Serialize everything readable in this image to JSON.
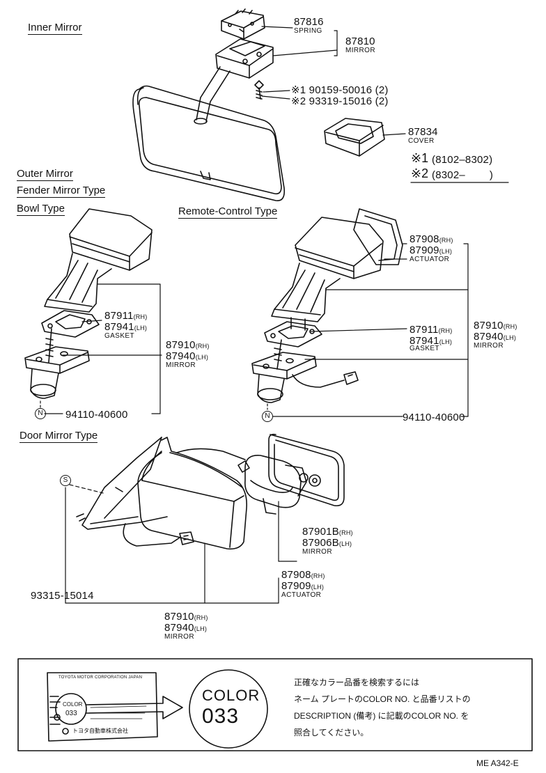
{
  "headings": {
    "inner_mirror": "Inner Mirror",
    "outer_mirror": "Outer Mirror",
    "fender_mirror_type": "Fender Mirror Type",
    "bowl_type": "Bowl Type",
    "remote_control_type": "Remote-Control Type",
    "door_mirror_type": "Door Mirror Type"
  },
  "inner": {
    "spring_part": "87816",
    "spring_label": "SPRING",
    "mirror_part": "87810",
    "mirror_label": "MIRROR",
    "screw1": "※1 90159-50016 (2)",
    "screw2": "※2 93319-15016 (2)",
    "cover_part": "87834",
    "cover_label": "COVER",
    "note1_mark": "※1",
    "note1_range": "(8102–8302)",
    "note2_mark": "※2",
    "note2_range": "(8302–        )"
  },
  "bowl": {
    "gasket_rh": "87911",
    "gasket_lh": "87941",
    "gasket_label": "GASKET",
    "mirror_rh": "87910",
    "mirror_lh": "87940",
    "mirror_label": "MIRROR",
    "nut_mark": "N",
    "nut_part": "94110-40600"
  },
  "remote": {
    "actuator_rh": "87908",
    "actuator_lh": "87909",
    "actuator_label": "ACTUATOR",
    "gasket_rh": "87911",
    "gasket_lh": "87941",
    "gasket_label": "GASKET",
    "mirror_rh": "87910",
    "mirror_lh": "87940",
    "mirror_label": "MIRROR",
    "nut_mark": "N",
    "nut_part": "94110-40600"
  },
  "door": {
    "screw_mark": "S",
    "screw_part": "93315-15014",
    "glass_rh": "87901B",
    "glass_lh": "87906B",
    "glass_label": "MIRROR",
    "actuator_rh": "87908",
    "actuator_lh": "87909",
    "actuator_label": "ACTUATOR",
    "mirror_rh": "87910",
    "mirror_lh": "87940",
    "mirror_label": "MIRROR"
  },
  "suffix": {
    "rh": "(RH)",
    "lh": "(LH)"
  },
  "plate": {
    "maker": "TOYOTA MOTOR CORPORATION JAPAN",
    "color_word": "COLOR",
    "color_code": "033",
    "maker_jp": "トヨタ自動車株式会社",
    "big_color_word": "COLOR",
    "big_color_code": "033"
  },
  "notice": {
    "line1": "正確なカラー品番を検索するには",
    "line2": "ネーム プレートのCOLOR NO. と品番リストの",
    "line3": "DESCRIPTION (備考) に記載のCOLOR NO. を",
    "line4": "照合してください。"
  },
  "page_code": "ME A342-E"
}
